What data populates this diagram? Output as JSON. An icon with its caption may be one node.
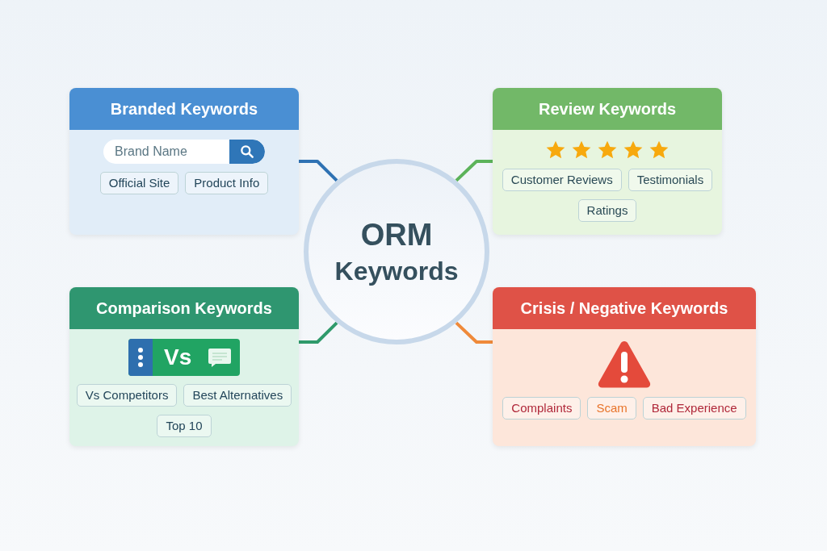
{
  "diagram": {
    "nodes": [
      {
        "text": [
          "ORM",
          "Keywords"
        ]
      },
      {
        "text": [
          "Branded Keywords"
        ]
      },
      {
        "text": [
          "Brand Name"
        ],
        "in": 1
      },
      {
        "text": [
          "Official Site"
        ],
        "in": 1
      },
      {
        "text": [
          "Product Info"
        ],
        "in": 1
      },
      {
        "text": [
          "Review Keywords"
        ]
      },
      {
        "text": [
          "Customer Reviews"
        ],
        "in": 5
      },
      {
        "text": [
          "Testimonials"
        ],
        "in": 5
      },
      {
        "text": [
          "Ratings"
        ],
        "in": 5
      },
      {
        "text": [
          "Comparison Keywords"
        ]
      },
      {
        "text": [
          "Vs Competitors"
        ],
        "in": 9
      },
      {
        "text": [
          "Best Alternatives"
        ],
        "in": 9
      },
      {
        "text": [
          "Top 10"
        ],
        "in": 9
      },
      {
        "text": [
          "Crisis / Negative Keywords"
        ]
      },
      {
        "text": [
          "Complaints"
        ],
        "in": 13
      },
      {
        "text": [
          "Scam"
        ],
        "in": 13
      },
      {
        "text": [
          "Bad Experience"
        ],
        "in": 13
      }
    ],
    "edges": [
      {
        "from": 0,
        "to": 1,
        "arrow": "none",
        "color": "#2f72b3"
      },
      {
        "from": 0,
        "to": 5,
        "arrow": "none",
        "color": "#5cb35a"
      },
      {
        "from": 0,
        "to": 9,
        "arrow": "none",
        "color": "#2f9a6b"
      },
      {
        "from": 0,
        "to": 13,
        "arrow": "none",
        "color": "#ef8a3a"
      }
    ],
    "labels": [
      "Vs"
    ]
  }
}
